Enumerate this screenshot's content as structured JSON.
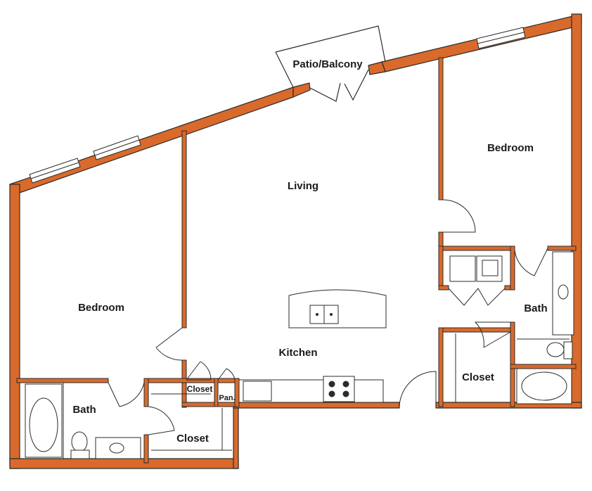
{
  "plan": {
    "colors": {
      "wall": "#d96a2b",
      "line": "#2b2b2b",
      "background": "#ffffff"
    },
    "rooms": {
      "patio": "Patio/Balcony",
      "living": "Living",
      "bedroom_right": "Bedroom",
      "bedroom_left": "Bedroom",
      "kitchen": "Kitchen",
      "bath_right": "Bath",
      "bath_left": "Bath",
      "closet_right": "Closet",
      "closet_left": "Closet",
      "closet_small": "Closet",
      "pantry": "Pan."
    }
  }
}
